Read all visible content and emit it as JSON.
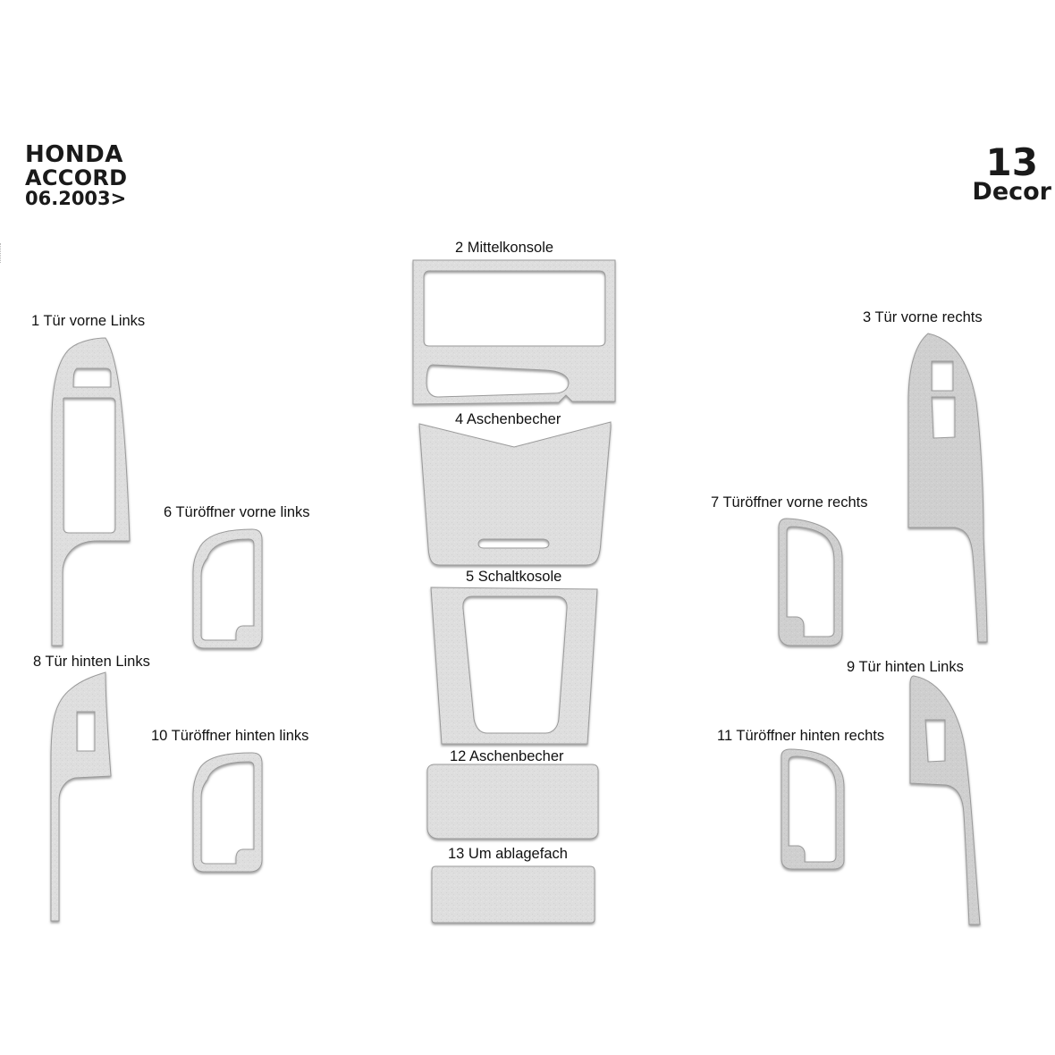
{
  "header": {
    "brand": "HONDA",
    "model": "ACCORD",
    "date": "06.2003>",
    "piece_count": "13",
    "piece_unit": "Decor"
  },
  "colors": {
    "background": "#ffffff",
    "piece_fill": "#dcdcdc",
    "piece_fill_dark": "#cfcfcf",
    "piece_edge": "#9a9a9a",
    "text": "#111111"
  },
  "parts": [
    {
      "number": "1",
      "label": "1  Tür vorne Links"
    },
    {
      "number": "2",
      "label": "2  Mittelkonsole"
    },
    {
      "number": "3",
      "label": "3  Tür vorne rechts"
    },
    {
      "number": "4",
      "label": "4  Aschenbecher"
    },
    {
      "number": "5",
      "label": "5  Schaltkosole"
    },
    {
      "number": "6",
      "label": "6  Türöffner vorne links"
    },
    {
      "number": "7",
      "label": "7  Türöffner vorne rechts"
    },
    {
      "number": "8",
      "label": "8  Tür hinten Links"
    },
    {
      "number": "9",
      "label": "9  Tür hinten Links"
    },
    {
      "number": "10",
      "label": "10 Türöffner hinten links"
    },
    {
      "number": "11",
      "label": "11 Türöffner hinten rechts"
    },
    {
      "number": "12",
      "label": "12  Aschenbecher"
    },
    {
      "number": "13",
      "label": "13  Um ablagefach"
    }
  ]
}
